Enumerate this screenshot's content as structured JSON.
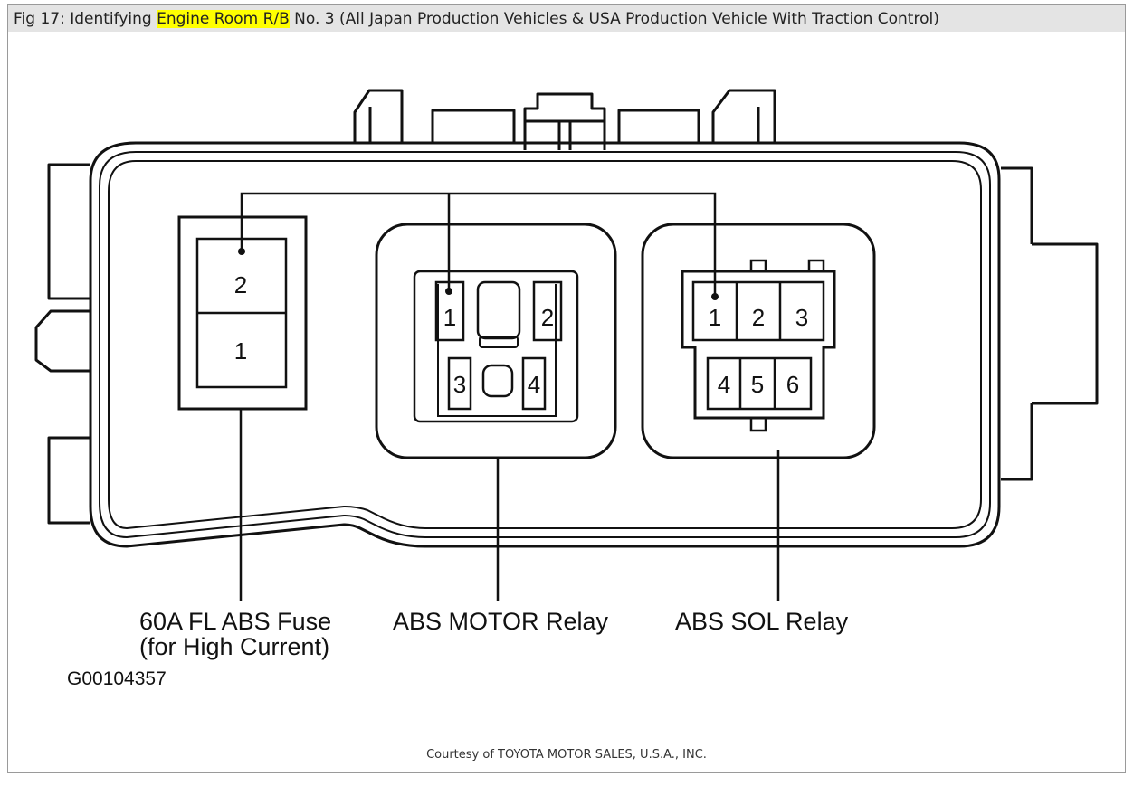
{
  "caption": {
    "prefix": "Fig 17: Identifying ",
    "highlight": "Engine Room R/B",
    "suffix": " No. 3 (All Japan Production Vehicles & USA Production Vehicle With Traction Control)"
  },
  "fuse": {
    "terminals": [
      "2",
      "1"
    ],
    "label_line1": "60A FL ABS Fuse",
    "label_line2": "(for High Current)"
  },
  "motor_relay": {
    "terminals": [
      "1",
      "2",
      "3",
      "4"
    ],
    "label": "ABS MOTOR Relay"
  },
  "sol_relay": {
    "terminals": [
      "1",
      "2",
      "3",
      "4",
      "5",
      "6"
    ],
    "label": "ABS SOL Relay"
  },
  "figure_code": "G00104357",
  "courtesy": "Courtesy of TOYOTA MOTOR SALES, U.S.A., INC."
}
